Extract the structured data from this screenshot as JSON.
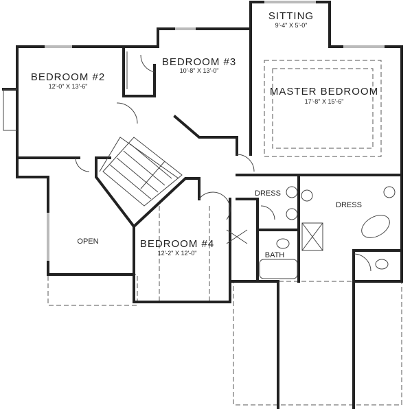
{
  "rooms": {
    "sitting": {
      "name": "SITTING",
      "dims": "9'-4\" X 5'-0\""
    },
    "bedroom3": {
      "name": "BEDROOM #3",
      "dims": "10'-8\" X 13'-0\""
    },
    "bedroom2": {
      "name": "BEDROOM #2",
      "dims": "12'-0\" X 13'-6\""
    },
    "master": {
      "name": "MASTER BEDROOM",
      "dims": "17'-8\" X 15'-6\""
    },
    "dress1": {
      "name": "DRESS"
    },
    "dress2": {
      "name": "DRESS"
    },
    "open": {
      "name": "OPEN"
    },
    "bedroom4": {
      "name": "BEDROOM #4",
      "dims": "12'-2\" X 12'-0\""
    },
    "bath": {
      "name": "BATH"
    }
  },
  "colors": {
    "wall": "#222222",
    "window": "#bbbbbb"
  }
}
